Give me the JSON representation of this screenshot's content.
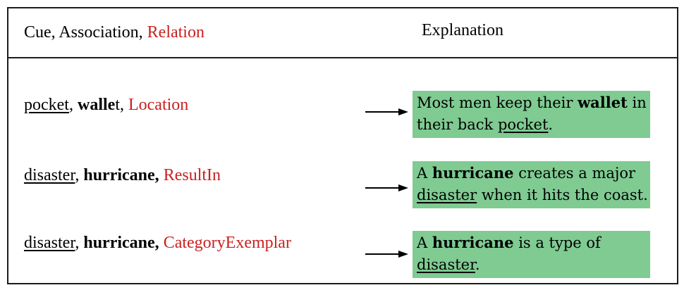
{
  "colors": {
    "highlight_green": "#7FCB92",
    "relation_red": "#C92121",
    "border_black": "#1c1c1c",
    "text_black": "#000000"
  },
  "header": {
    "left_segments": [
      {
        "text": "Cue, Association, ",
        "style": "normal"
      },
      {
        "text": "Relation",
        "style": "red"
      }
    ],
    "right_label": "Explanation"
  },
  "rows": [
    {
      "left_segments": [
        {
          "text": "pocket",
          "style": "underline"
        },
        {
          "text": ", ",
          "style": "normal"
        },
        {
          "text": "walle",
          "style": "bold"
        },
        {
          "text": "t, ",
          "style": "normal"
        },
        {
          "text": "Location",
          "style": "red"
        }
      ],
      "explanation_lines": [
        [
          {
            "text": "Most men keep their ",
            "style": "normal"
          },
          {
            "text": "wallet",
            "style": "bold"
          },
          {
            "text": " in",
            "style": "normal"
          }
        ],
        [
          {
            "text": "their back ",
            "style": "normal"
          },
          {
            "text": "pocket",
            "style": "underline"
          },
          {
            "text": ".",
            "style": "normal"
          }
        ]
      ]
    },
    {
      "left_segments": [
        {
          "text": "disaster",
          "style": "underline"
        },
        {
          "text": ", ",
          "style": "normal"
        },
        {
          "text": "hurricane,",
          "style": "bold"
        },
        {
          "text": " ",
          "style": "normal"
        },
        {
          "text": "ResultIn",
          "style": "red"
        }
      ],
      "explanation_lines": [
        [
          {
            "text": "A ",
            "style": "normal"
          },
          {
            "text": "hurricane",
            "style": "bold"
          },
          {
            "text": " creates a major",
            "style": "normal"
          }
        ],
        [
          {
            "text": "disaster",
            "style": "underline"
          },
          {
            "text": " when it hits the coast.",
            "style": "normal"
          }
        ]
      ]
    },
    {
      "left_segments": [
        {
          "text": "disaster",
          "style": "underline"
        },
        {
          "text": ", ",
          "style": "normal"
        },
        {
          "text": "hurricane,",
          "style": "bold"
        },
        {
          "text": " ",
          "style": "normal"
        },
        {
          "text": "CategoryExemplar",
          "style": "red"
        }
      ],
      "explanation_lines": [
        [
          {
            "text": "A ",
            "style": "normal"
          },
          {
            "text": "hurricane",
            "style": "bold"
          },
          {
            "text": " is a type of",
            "style": "normal"
          }
        ],
        [
          {
            "text": "disaster",
            "style": "underline"
          },
          {
            "text": ".",
            "style": "normal"
          }
        ]
      ]
    }
  ]
}
